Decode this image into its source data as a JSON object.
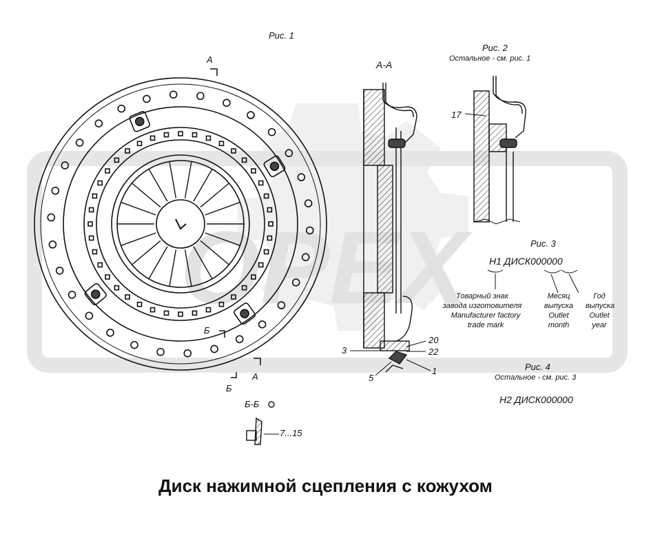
{
  "figures": {
    "fig1": "Рис. 1",
    "fig2": "Рис. 2",
    "fig2_note": "Остальное - см. рис. 1",
    "fig3": "Рис. 3",
    "fig4": "Рис. 4",
    "fig4_note": "Остальное - см. рис. 3"
  },
  "sections": {
    "aa": "А-А",
    "bb": "Б-Б",
    "a": "А",
    "b": "Б"
  },
  "callouts": {
    "c17": "17",
    "c3": "3",
    "c5": "5",
    "c20": "20",
    "c22": "22",
    "c1": "1",
    "c7_15": "7...15"
  },
  "marking": {
    "h1_code": "Н1 ДИСК000000",
    "trademark_ru_1": "Товарный знак",
    "trademark_ru_2": "завода изготовителя",
    "trademark_en_1": "Manufacturer factory",
    "trademark_en_2": "trade mark",
    "month_ru_1": "Месяц",
    "month_ru_2": "выпуска",
    "month_en_1": "Outlet",
    "month_en_2": "month",
    "year_ru_1": "Год",
    "year_ru_2": "выпуска",
    "year_en_1": "Outlet",
    "year_en_2": "year",
    "h2_code": "Н2 ДИСК000000"
  },
  "title": "Диск нажимной сцепления с кожухом",
  "watermark": {
    "text": "OPEX",
    "color": "#e6e6e6"
  }
}
